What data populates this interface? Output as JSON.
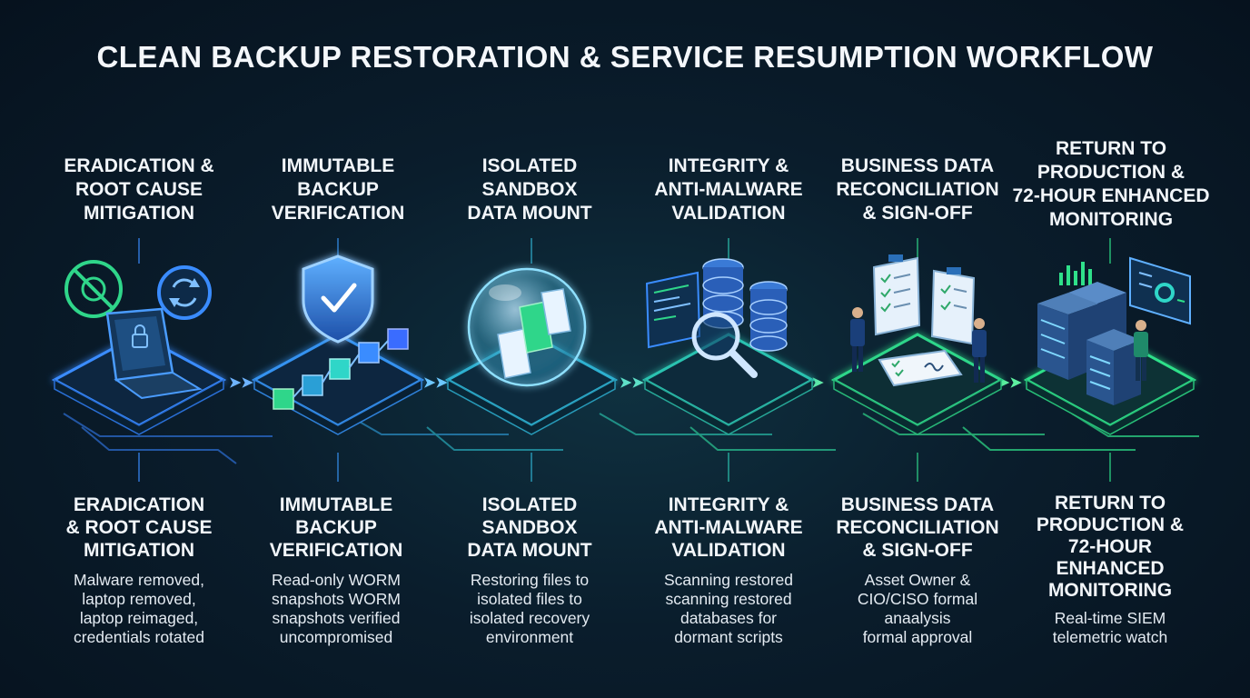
{
  "title": "CLEAN BACKUP RESTORATION & SERVICE RESUMPTION WORKFLOW",
  "steps": [
    {
      "top_label": "ERADICATION &\nROOT CAUSE\nMITIGATION",
      "bottom_title": "ERADICATION\n& ROOT CAUSE\nMITIGATION",
      "description": "Malware removed,\nlaptop removed,\nlaptop reimaged,\ncredentials rotated",
      "icon": "laptop-malware-removal-icon"
    },
    {
      "top_label": "IMMUTABLE\nBACKUP\nVERIFICATION",
      "bottom_title": "IMMUTABLE\nBACKUP\nVERIFICATION",
      "description": "Read-only WORM\nsnapshots WORM\nsnapshots verified\nuncompromised",
      "icon": "shield-check-icon"
    },
    {
      "top_label": "ISOLATED\nSANDBOX\nDATA MOUNT",
      "bottom_title": "ISOLATED\nSANDBOX\nDATA MOUNT",
      "description": "Restoring files to\nisolated files to\nisolated recovery\nenvironment",
      "icon": "sandbox-bubble-icon"
    },
    {
      "top_label": "INTEGRITY &\nANTI-MALWARE\nVALIDATION",
      "bottom_title": "INTEGRITY &\nANTI-MALWARE\nVALIDATION",
      "description": "Scanning restored\nscanning restored\ndatabases for\ndormant scripts",
      "icon": "database-scan-icon"
    },
    {
      "top_label": "BUSINESS DATA\nRECONCILIATION\n& SIGN-OFF",
      "bottom_title": "BUSINESS DATA\nRECONCILIATION\n& SIGN-OFF",
      "description": "Asset Owner &\nCIO/CISO formal\nanaalysis\nformal approval",
      "icon": "clipboard-signoff-icon"
    },
    {
      "top_label": "RETURN TO\nPRODUCTION &\n72-HOUR ENHANCED\nMONITORING",
      "bottom_title": "RETURN TO\nPRODUCTION &\n72-HOUR\nENHANCED\nMONITORING",
      "description": "Real-time SIEM\ntelemetric watch",
      "icon": "server-monitoring-icon"
    }
  ],
  "colors": {
    "background": "#0a1d2c",
    "accent_blue": "#3a8cff",
    "accent_green": "#2fe08a",
    "accent_teal": "#28c9c0"
  }
}
